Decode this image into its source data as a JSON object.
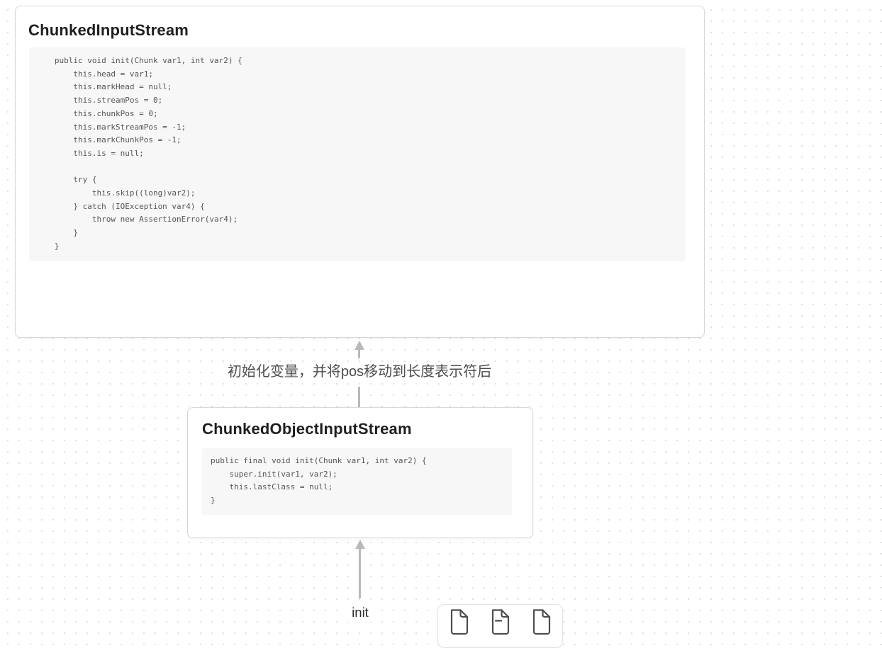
{
  "canvas": {
    "nodes": [
      {
        "title": "ChunkedInputStream",
        "code": "   public void init(Chunk var1, int var2) {\n       this.head = var1;\n       this.markHead = null;\n       this.streamPos = 0;\n       this.chunkPos = 0;\n       this.markStreamPos = -1;\n       this.markChunkPos = -1;\n       this.is = null;\n\n       try {\n           this.skip((long)var2);\n       } catch (IOException var4) {\n           throw new AssertionError(var4);\n       }\n   }"
      },
      {
        "title": "ChunkedObjectInputStream",
        "code": "public final void init(Chunk var1, int var2) {\n    super.init(var1, var2);\n    this.lastClass = null;\n}"
      }
    ],
    "edges": [
      {
        "label": "初始化变量，并将pos移动到长度表示符后"
      },
      {
        "label": "init"
      }
    ]
  },
  "toolbar": {
    "icons": [
      "file",
      "file-minus",
      "file"
    ]
  },
  "colors": {
    "arrow": "#b9b9b9",
    "node_border": "#d8d8d8",
    "code_background": "#f7f7f8",
    "code_text": "#555555",
    "title_text": "#1f1f1f",
    "edge_label_text": "#4d4d4d",
    "dot_grid": "#e0e0e0",
    "icon_stroke": "#4d4d4d"
  }
}
